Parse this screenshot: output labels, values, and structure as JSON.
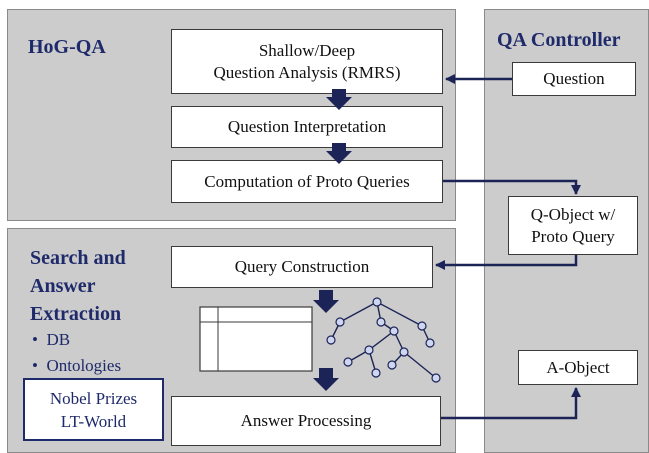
{
  "panels": {
    "hog_qa": {
      "title": "HoG-QA"
    },
    "search": {
      "title": "Search and\nAnswer\nExtraction",
      "bullets": [
        "DB",
        "Ontologies"
      ],
      "resources": "Nobel Prizes\nLT-World"
    },
    "controller": {
      "title": "QA Controller"
    }
  },
  "boxes": {
    "analysis": "Shallow/Deep\nQuestion Analysis (RMRS)",
    "interpretation": "Question Interpretation",
    "proto": "Computation of Proto Queries",
    "construction": "Query Construction",
    "processing": "Answer Processing",
    "question": "Question",
    "qobject": "Q-Object w/\nProto Query",
    "aobject": "A-Object"
  },
  "colors": {
    "panel": "#cccccc",
    "ink": "#1f2a6b",
    "arrow": "#1c2457"
  }
}
